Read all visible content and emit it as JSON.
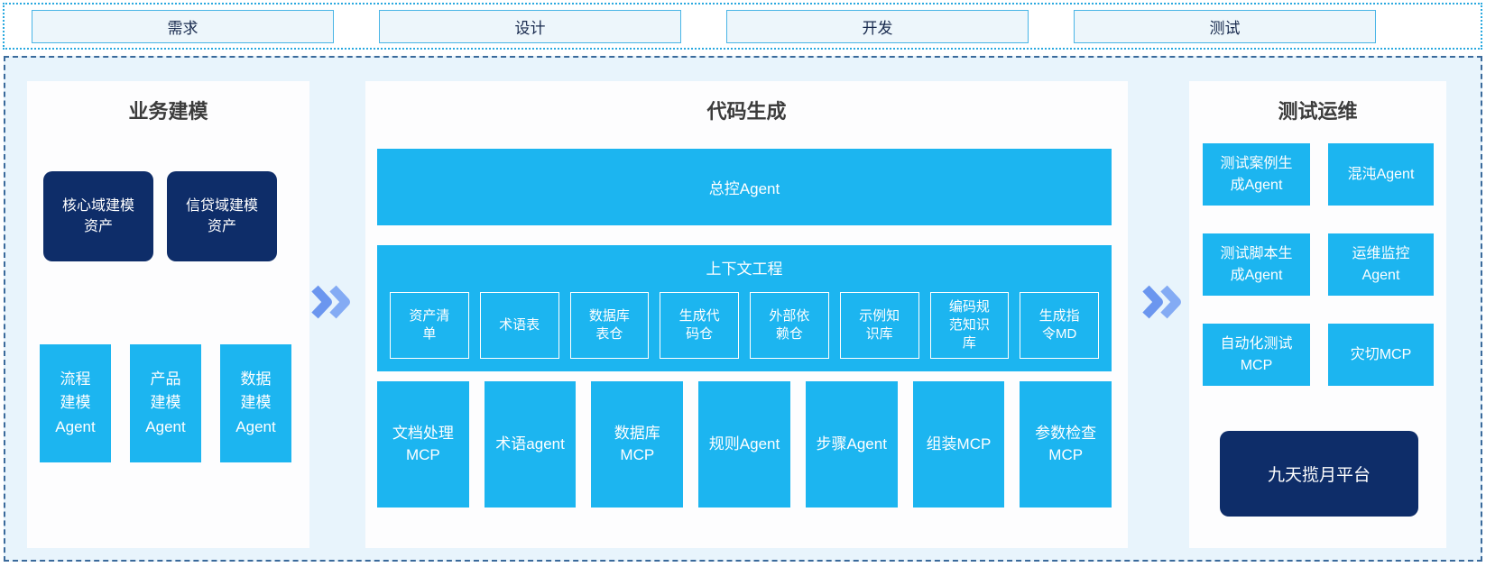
{
  "colors": {
    "cyan": "#1cb5f0",
    "navy": "#0e2d69",
    "container_bg": "#e8f4fc",
    "panel_bg": "#fdfdfe",
    "phase_box_bg": "#edf6fb",
    "phase_box_border": "#4ab5e6",
    "dotted_border": "#2aa9df",
    "dashed_border": "#3a6a9b",
    "arrow_blue_dark": "#6b96ef",
    "arrow_blue_light": "#84abf4"
  },
  "phases": [
    "需求",
    "设计",
    "开发",
    "测试"
  ],
  "left_panel": {
    "title": "业务建模",
    "asset_boxes": [
      "核心域建模\n资产",
      "信贷域建模\n资产"
    ],
    "agent_boxes": [
      "流程\n建模\nAgent",
      "产品\n建模\nAgent",
      "数据\n建模\nAgent"
    ]
  },
  "middle_panel": {
    "title": "代码生成",
    "master_agent": "总控Agent",
    "context_engineering": {
      "title": "上下文工程",
      "items": [
        "资产清\n单",
        "术语表",
        "数据库\n表仓",
        "生成代\n码仓",
        "外部依\n赖仓",
        "示例知\n识库",
        "编码规\n范知识\n库",
        "生成指\n令MD"
      ]
    },
    "tools": [
      "文档处理\nMCP",
      "术语agent",
      "数据库\nMCP",
      "规则Agent",
      "步骤Agent",
      "组装MCP",
      "参数检查\nMCP"
    ]
  },
  "right_panel": {
    "title": "测试运维",
    "boxes": [
      "测试案例生\n成Agent",
      "混沌Agent",
      "测试脚本生\n成Agent",
      "运维监控\nAgent",
      "自动化测试\nMCP",
      "灾切MCP"
    ],
    "platform_box": "九天揽月平台"
  }
}
